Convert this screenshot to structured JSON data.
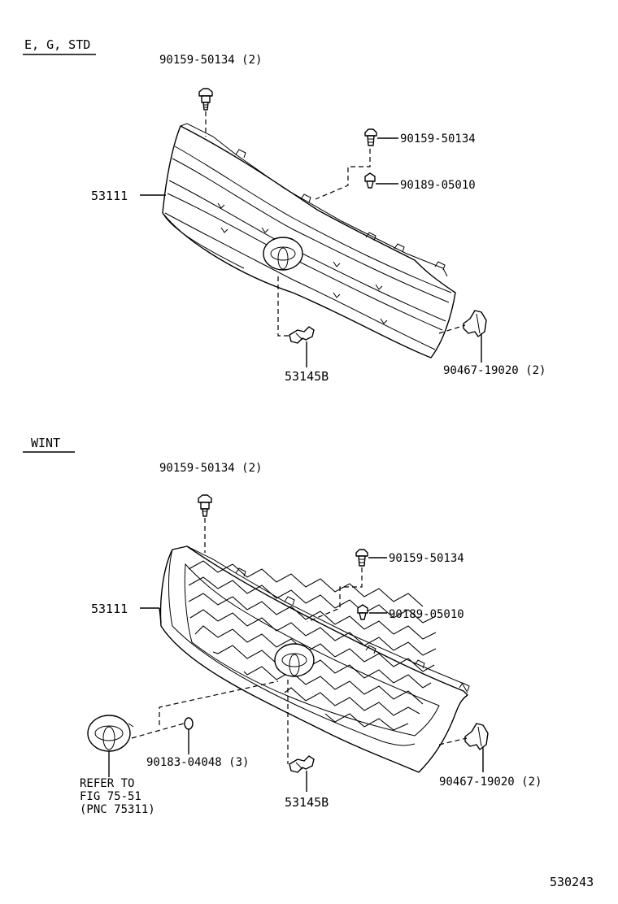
{
  "sections": [
    {
      "header": "E, G, STD",
      "labels": {
        "screw_top": "90159-50134 (2)",
        "screw_right": "90159-50134",
        "clip_right": "90189-05010",
        "grille": "53111",
        "bracket": "53145B",
        "retainer": "90467-19020 (2)"
      }
    },
    {
      "header": "WINT",
      "labels": {
        "screw_top": "90159-50134 (2)",
        "screw_right": "90159-50134",
        "clip_right": "90189-05010",
        "grille": "53111",
        "bracket": "53145B",
        "retainer": "90467-19020 (2)",
        "nut": "90183-04048 (3)",
        "refer_line1": "REFER TO",
        "refer_line2": "FIG 75-51",
        "refer_line3": "(PNC 75311)"
      }
    }
  ],
  "figure_number": "530243"
}
